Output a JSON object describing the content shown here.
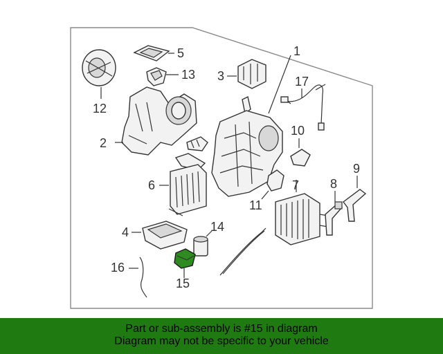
{
  "callouts": {
    "c1": "1",
    "c2": "2",
    "c3": "3",
    "c4": "4",
    "c5": "5",
    "c6": "6",
    "c7": "7",
    "c8": "8",
    "c9": "9",
    "c10": "10",
    "c11": "11",
    "c12": "12",
    "c13": "13",
    "c14": "14",
    "c15": "15",
    "c16": "16",
    "c17": "17"
  },
  "highlight_part": "15",
  "colors": {
    "banner": "#1f7a12",
    "highlight": "#2e8b1f",
    "frame": "#8a8a8a"
  },
  "banner": {
    "line1": "Part or sub-assembly is #15 in diagram",
    "line2": "Diagram may not be specific to your vehicle"
  }
}
